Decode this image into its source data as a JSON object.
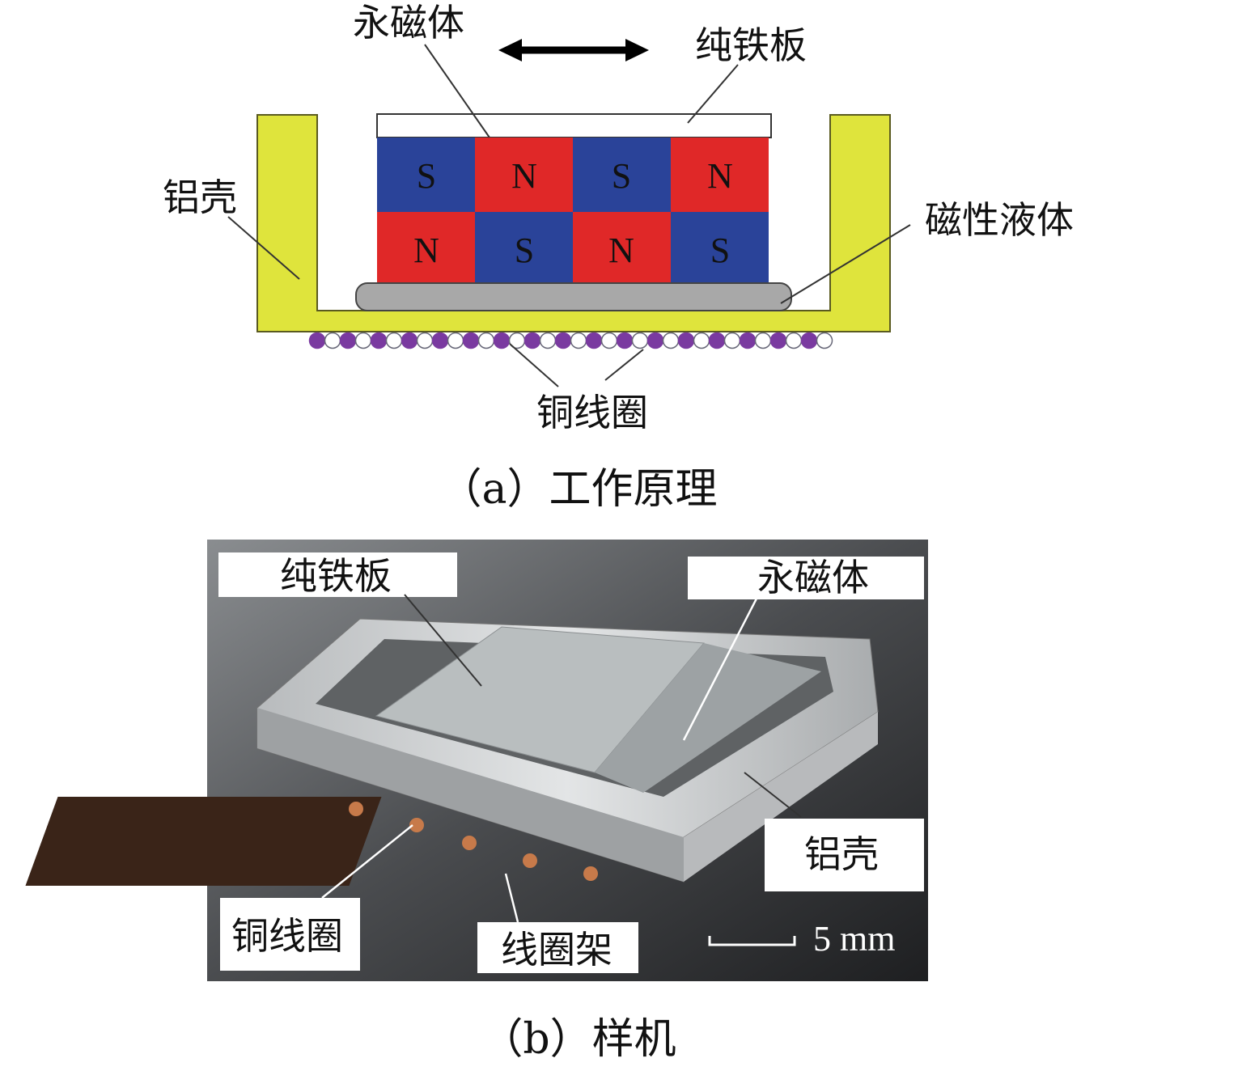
{
  "part_a": {
    "labels": {
      "magnet": "永磁体",
      "iron_plate": "纯铁板",
      "shell": "铝壳",
      "ferrofluid": "磁性液体",
      "coil": "铜线圈"
    },
    "poles_top": [
      "S",
      "N",
      "S",
      "N"
    ],
    "poles_bottom": [
      "N",
      "S",
      "N",
      "S"
    ],
    "caption": "（a）工作原理",
    "colors": {
      "shell": "#dfe43c",
      "north": "#e02828",
      "south": "#2a4399",
      "fluid": "#a8a8a8",
      "coil": "#7a3aa0"
    }
  },
  "part_b": {
    "labels": {
      "iron_plate": "纯铁板",
      "magnet": "永磁体",
      "shell": "铝壳",
      "coil": "铜线圈",
      "bobbin": "线圈架"
    },
    "scale_bar": "5 mm",
    "caption": "（b）样机"
  }
}
